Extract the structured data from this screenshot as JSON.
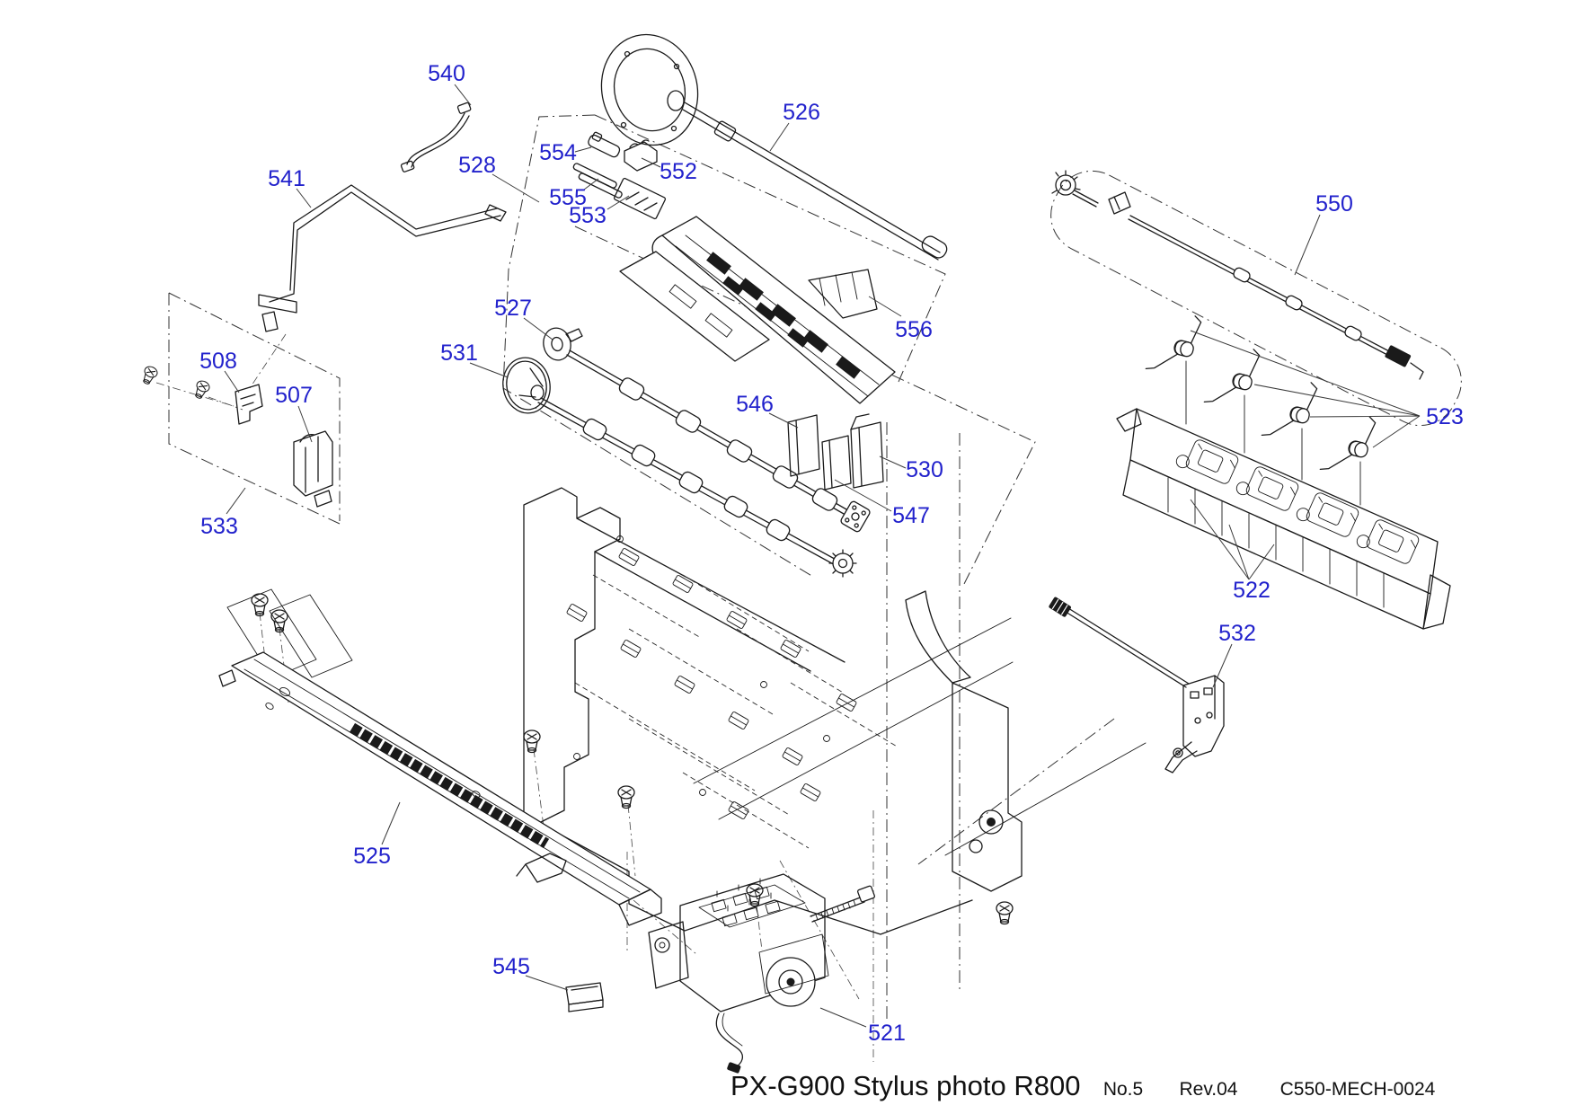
{
  "document": {
    "product_title": "PX-G900 Stylus photo R800",
    "sheet_number": "No.5",
    "revision": "Rev.04",
    "document_code": "C550-MECH-0024"
  },
  "diagram": {
    "type": "exploded-parts-diagram",
    "part_numbers": [
      "507",
      "508",
      "521",
      "522",
      "523",
      "525",
      "526",
      "527",
      "528",
      "530",
      "531",
      "532",
      "533",
      "540",
      "541",
      "545",
      "546",
      "547",
      "550",
      "552",
      "553",
      "554",
      "555",
      "556"
    ],
    "labels": {
      "507": "507",
      "508": "508",
      "521": "521",
      "522": "522",
      "523": "523",
      "525": "525",
      "526": "526",
      "527": "527",
      "528": "528",
      "530": "530",
      "531": "531",
      "532": "532",
      "533": "533",
      "540": "540",
      "541": "541",
      "545": "545",
      "546": "546",
      "547": "547",
      "550": "550",
      "552": "552",
      "553": "553",
      "554": "554",
      "555": "555",
      "556": "556"
    }
  },
  "colors": {
    "background": "#ffffff",
    "label_blue": "#2222cc",
    "line_black": "#1a1a1a"
  }
}
